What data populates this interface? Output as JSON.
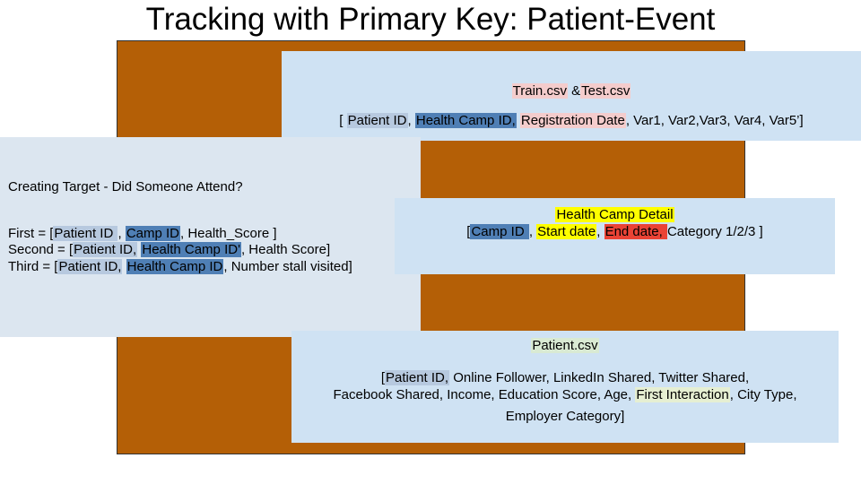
{
  "title": "Tracking with Primary Key: Patient-Event",
  "train": {
    "files_a": "Train.csv",
    "files_sep": " &",
    "files_b": "Test.csv",
    "open": "[ ",
    "patient_id": "Patient ID",
    "comma1": ", ",
    "health_camp_id": "Health Camp ID,",
    "space": " ",
    "registration_date": "Registration Date",
    "rest": ", Var1, Var2,Var3, Var4, Var5’]"
  },
  "target": {
    "heading": "Creating Target - Did Someone Attend?",
    "first": {
      "prefix": "First = [",
      "pid": "Patient ID ",
      "sep": ", ",
      "camp": "Camp ID",
      "rest": ", Health_Score ]"
    },
    "second": {
      "prefix": "Second = [",
      "pid": "Patient ID,",
      "space": " ",
      "camp": "Health Camp ID'",
      "rest": ", Health Score]"
    },
    "third": {
      "prefix": "Third = [",
      "pid": "Patient ID,",
      "space": " ",
      "camp": "Health Camp ID",
      "rest": ", Number stall visited]"
    }
  },
  "camp": {
    "heading": "Health Camp Detail",
    "open": "[",
    "camp_id": "Camp ID ",
    "sep1": ", ",
    "start": "Start date",
    "sep2": ", ",
    "end": "End date, ",
    "rest": "Category 1/2/3 ]"
  },
  "patient": {
    "heading": "Patient.csv",
    "open": "[",
    "pid": "Patient ID,",
    "line1_rest": " Online Follower, LinkedIn Shared, Twitter Shared,",
    "line2_pre": "Facebook Shared, Income, Education Score, Age, ",
    "first_interaction": "First Interaction",
    "line2_post": ", City Type,",
    "line3": "Employer Category]"
  }
}
